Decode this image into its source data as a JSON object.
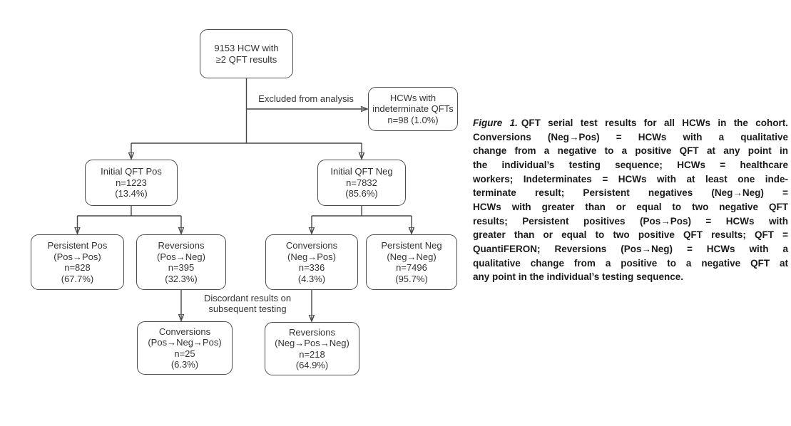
{
  "flowchart": {
    "colors": {
      "line": "#474747",
      "box_border": "#4d4d4d",
      "box_text": "#333333"
    },
    "nodes": {
      "total": {
        "lines": [
          "9153 HCW with",
          "≥2 QFT results"
        ]
      },
      "indeterminate": {
        "lines": [
          "HCWs with",
          "indeterminate QFTs",
          "n=98 (1.0%)"
        ]
      },
      "initial_pos": {
        "lines": [
          "Initial QFT Pos",
          "n=1223",
          "(13.4%)"
        ]
      },
      "initial_neg": {
        "lines": [
          "Initial QFT Neg",
          "n=7832",
          "(85.6%)"
        ]
      },
      "persistent_pos": {
        "lines": [
          "Persistent Pos",
          "(Pos→Pos)",
          "n=828",
          "(67.7%)"
        ]
      },
      "reversions_pos_neg": {
        "lines": [
          "Reversions",
          "(Pos→Neg)",
          "n=395",
          "(32.3%)"
        ]
      },
      "conversions_neg_pos": {
        "lines": [
          "Conversions",
          "(Neg→Pos)",
          "n=336",
          "(4.3%)"
        ]
      },
      "persistent_neg": {
        "lines": [
          "Persistent Neg",
          "(Neg→Neg)",
          "n=7496",
          "(95.7%)"
        ]
      },
      "conversions_pos_neg_pos": {
        "lines": [
          "Conversions",
          "(Pos→Neg→Pos)",
          "n=25",
          "(6.3%)"
        ]
      },
      "reversions_neg_pos_neg": {
        "lines": [
          "Reversions",
          "(Neg→Pos→Neg)",
          "n=218",
          "(64.9%)"
        ]
      }
    },
    "edge_labels": {
      "excluded": "Excluded from analysis",
      "discordant": [
        "Discordant results on",
        "subsequent testing"
      ]
    }
  },
  "caption": {
    "label": "Figure 1.",
    "lines": [
      "QFT serial test results for all HCWs in the cohort.",
      "Conversions (Neg→Pos) = HCWs with a qualitative",
      "change from a negative to a positive QFT at any point in",
      "the individual’s testing sequence; HCWs = healthcare",
      "workers; Indeterminates = HCWs with at least one inde-",
      "terminate result; Persistent negatives (Neg→Neg) =",
      "HCWs with greater than or equal to two negative QFT",
      "results; Persistent positives (Pos→Pos) = HCWs with",
      "greater than or equal to two positive QFT results; QFT =",
      "QuantiFERON; Reversions (Pos→Neg) = HCWs with a",
      "qualitative change from a positive to a negative QFT at",
      "any point in the individual’s testing sequence."
    ]
  }
}
